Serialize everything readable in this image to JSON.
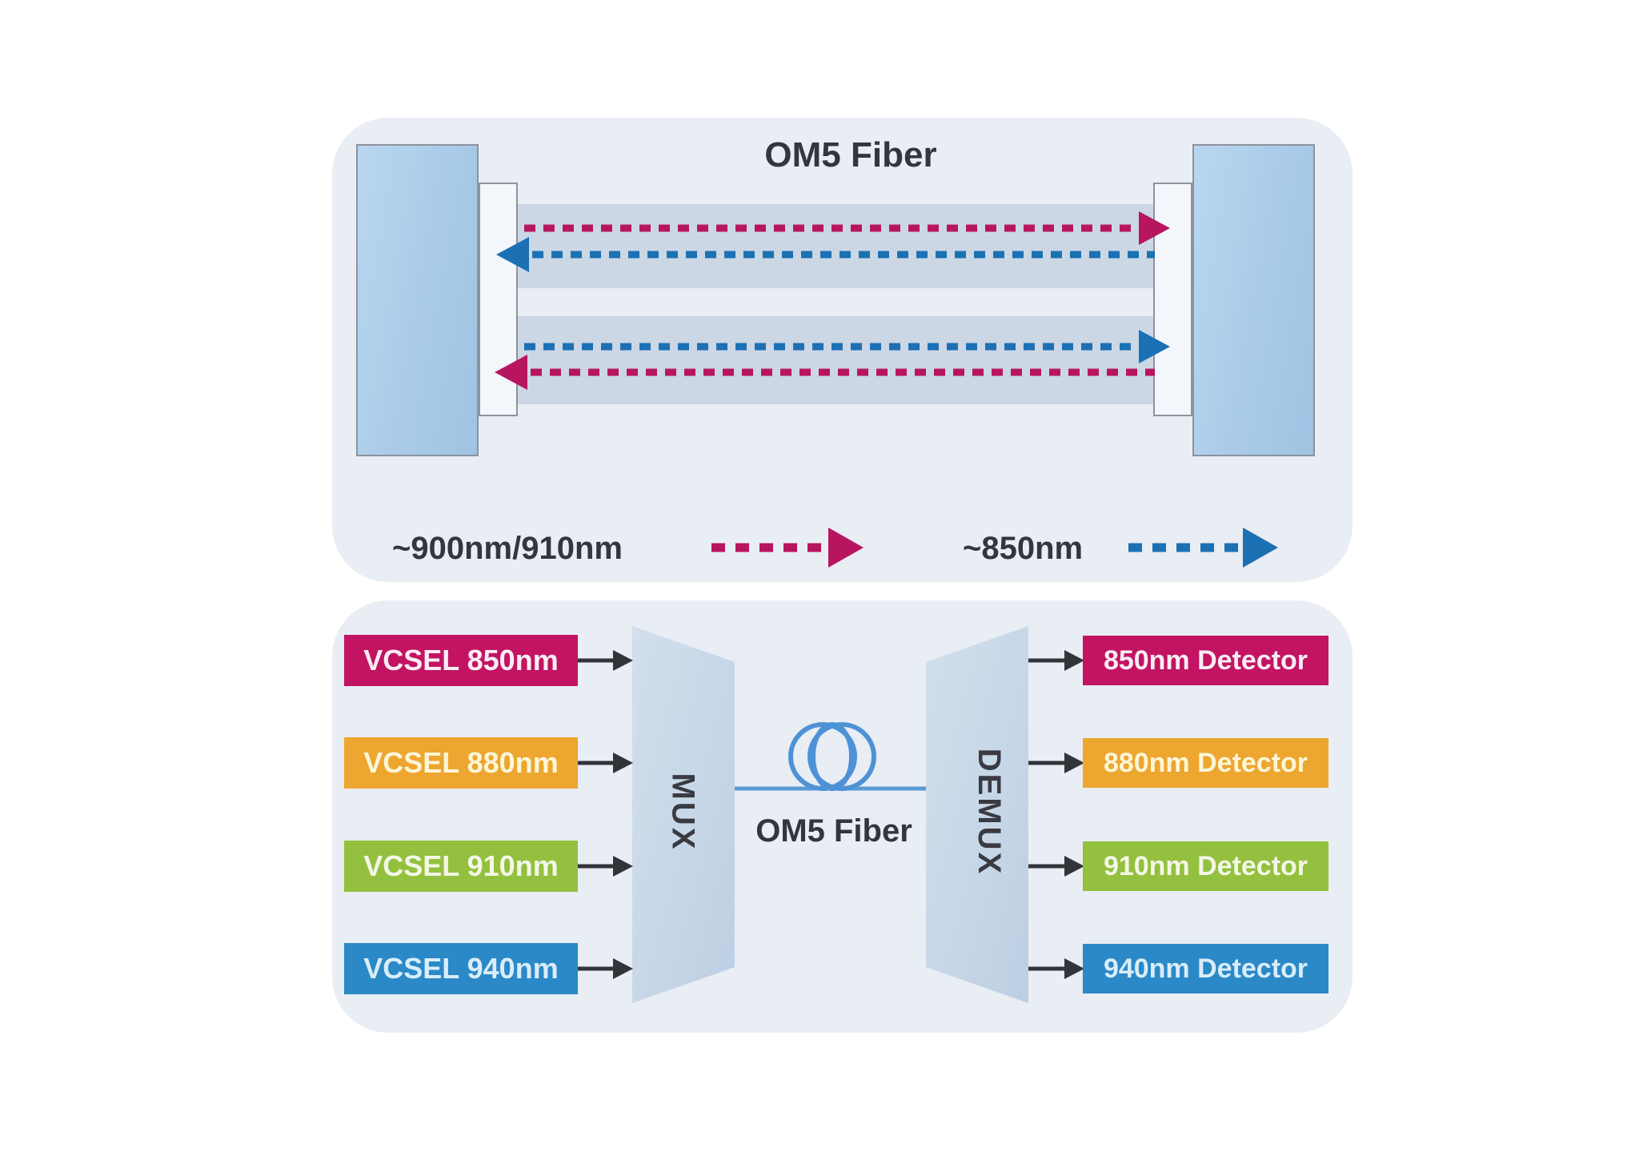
{
  "panel_top": {
    "title": "OM5 Fiber",
    "lanes": [
      {
        "name": "duplex-fiber-1-long-wave",
        "color": "#b81560",
        "direction": "right"
      },
      {
        "name": "duplex-fiber-1-short-wave",
        "color": "#1c70b4",
        "direction": "left"
      },
      {
        "name": "duplex-fiber-2-short-wave",
        "color": "#1c70b4",
        "direction": "right"
      },
      {
        "name": "duplex-fiber-2-long-wave",
        "color": "#b81560",
        "direction": "left"
      }
    ],
    "legend": [
      {
        "label": "~900nm/910nm",
        "color": "#b81560"
      },
      {
        "label": "~850nm",
        "color": "#1c70b4"
      }
    ]
  },
  "panel_bottom": {
    "sources": [
      {
        "label": "VCSEL 850nm",
        "color": "#c21463"
      },
      {
        "label": "VCSEL 880nm",
        "color": "#eda62f"
      },
      {
        "label": "VCSEL 910nm",
        "color": "#94c03f"
      },
      {
        "label": "VCSEL 940nm",
        "color": "#2b89c8"
      }
    ],
    "mux_label": "MUX",
    "fiber_label": "OM5 Fiber",
    "demux_label": "DEMUX",
    "detectors": [
      {
        "label": "850nm Detector",
        "color": "#c21463"
      },
      {
        "label": "880nm Detector",
        "color": "#eda62f"
      },
      {
        "label": "910nm Detector",
        "color": "#94c03f"
      },
      {
        "label": "940nm Detector",
        "color": "#2b89c8"
      }
    ]
  },
  "colors": {
    "panel_background": "#e9edf4",
    "transceiver_fill": "#aecfe9",
    "fiber_band": "#ccd7e5",
    "magenta": "#b81560",
    "blue": "#1c70b4",
    "black_arrow": "#33343a",
    "fiber_line": "#5b9bd5",
    "text_dark": "#35353f"
  }
}
